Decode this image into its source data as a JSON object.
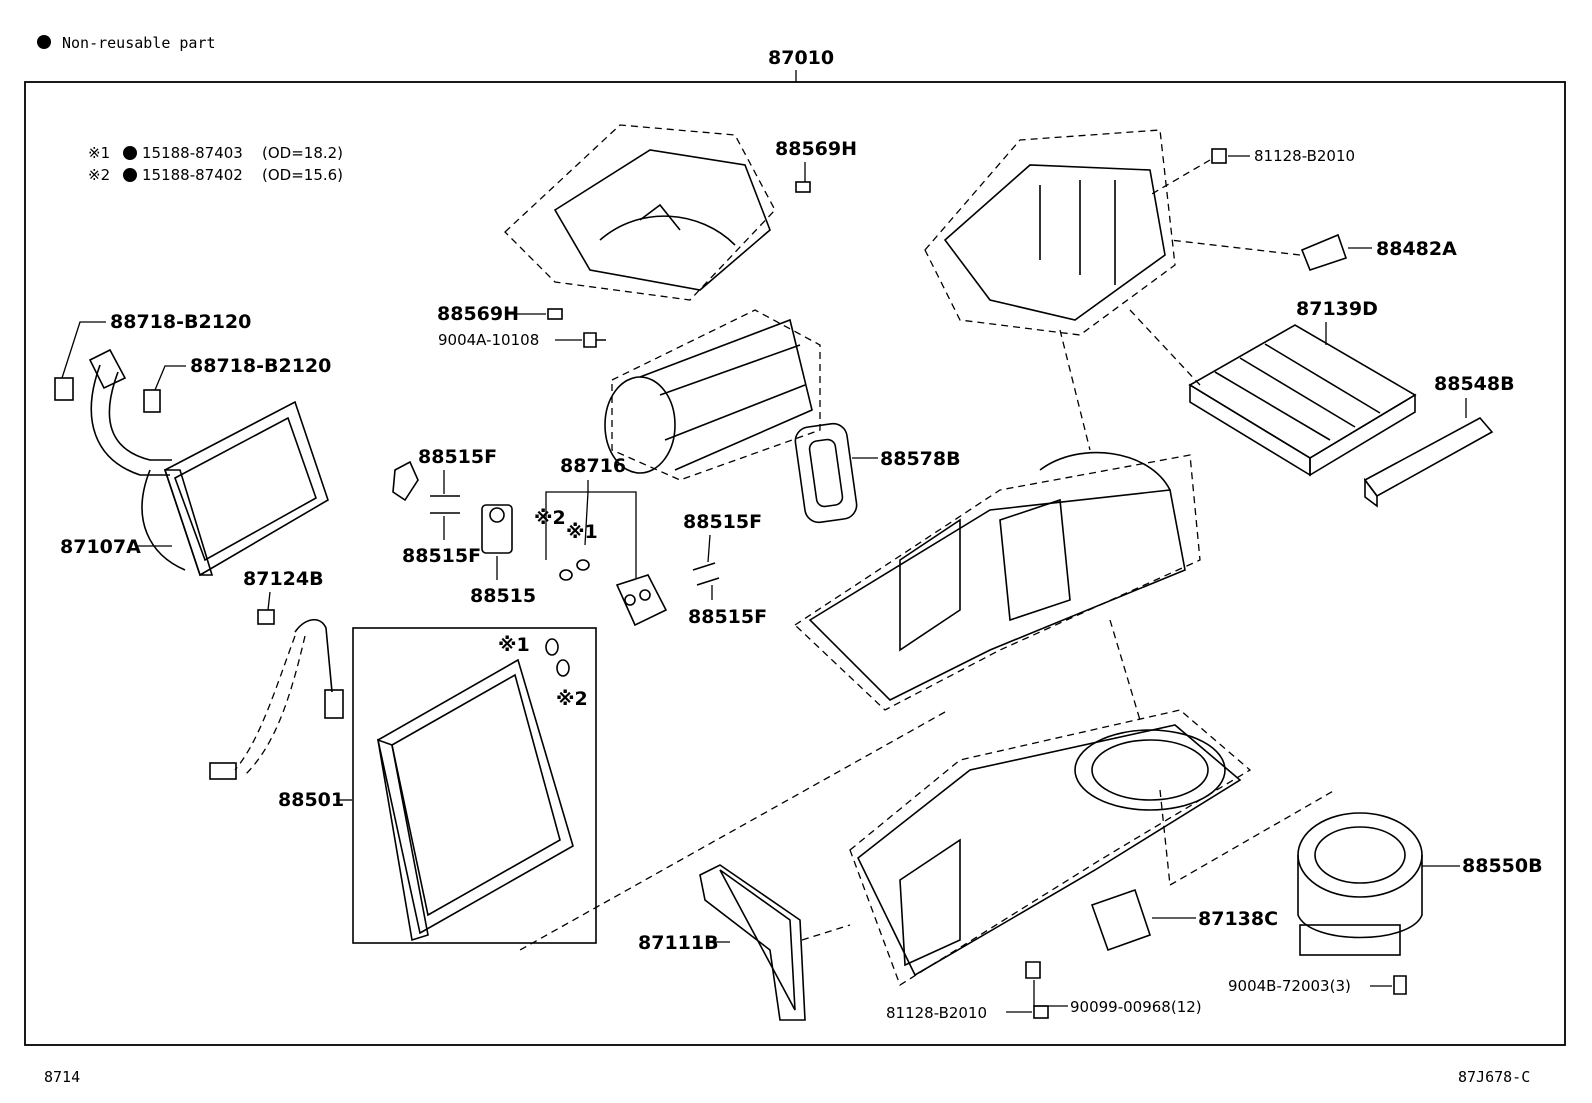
{
  "legend": {
    "symbol": "●",
    "text": "Non-reusable part"
  },
  "assembly_label": "87010",
  "seal_notes": [
    {
      "mark": "※1",
      "part": "15188-87403",
      "spec": "(OD=18.2)"
    },
    {
      "mark": "※2",
      "part": "15188-87402",
      "spec": "(OD=15.6)"
    }
  ],
  "labels": {
    "p88718_a": "88718-B2120",
    "p88718_b": "88718-B2120",
    "p87107A": "87107A",
    "p87124B": "87124B",
    "p88569H_top": "88569H",
    "p88569H_mid": "88569H",
    "p9004A": "9004A-10108",
    "p88515F_1": "88515F",
    "p88515F_2": "88515F",
    "p88515F_3": "88515F",
    "p88515F_4": "88515F",
    "p88515": "88515",
    "p88716": "88716",
    "mark1_a": "※1",
    "mark2_a": "※2",
    "mark1_b": "※1",
    "mark2_b": "※2",
    "p88501": "88501",
    "p87111B": "87111B",
    "p81128_top": "81128-B2010",
    "p81128_bot": "81128-B2010",
    "p88482A": "88482A",
    "p87139D": "87139D",
    "p88548B": "88548B",
    "p88578B": "88578B",
    "p87138C": "87138C",
    "p88550B": "88550B",
    "p90099": "90099-00968(12)",
    "p9004B": "9004B-72003(3)"
  },
  "footer": {
    "page": "8714",
    "drawing_code": "87J678-C"
  }
}
